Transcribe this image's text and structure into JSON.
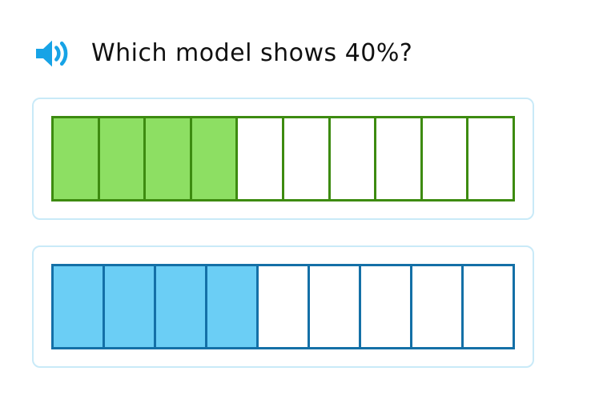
{
  "question": {
    "text": "Which model shows 40%?"
  },
  "colors": {
    "icon_blue": "#17a3e6",
    "card_border": "#c9eaf8",
    "text": "#111111",
    "background": "#ffffff"
  },
  "models": [
    {
      "id": "green-model",
      "total_segments": 10,
      "filled_segments": 4,
      "fill_color": "#8ddf63",
      "border_color": "#3d8b10"
    },
    {
      "id": "blue-model",
      "total_segments": 9,
      "filled_segments": 4,
      "fill_color": "#6bcef5",
      "border_color": "#1470a7"
    }
  ]
}
